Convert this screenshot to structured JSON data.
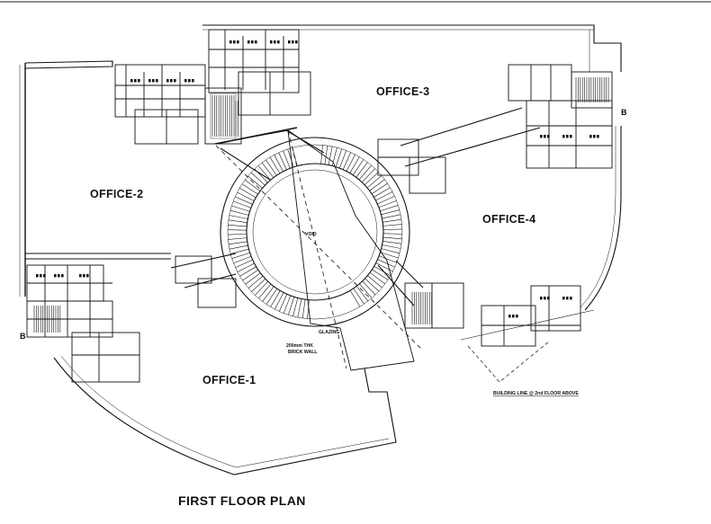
{
  "plan": {
    "title": "FIRST FLOOR  PLAN",
    "rooms": {
      "office_1": "OFFICE-1",
      "office_2": "OFFICE-2",
      "office_3": "OFFICE-3",
      "office_4": "OFFICE-4"
    },
    "void": "VOID",
    "glazing": "GLAZING",
    "brick_wall_1": "200mm THK",
    "brick_wall_2": "BRICK WALL",
    "building_line": "BUILDING LINE @ 2nd FLOOR  ABOVE",
    "section_marker_left": "B",
    "section_marker_right": "B"
  }
}
